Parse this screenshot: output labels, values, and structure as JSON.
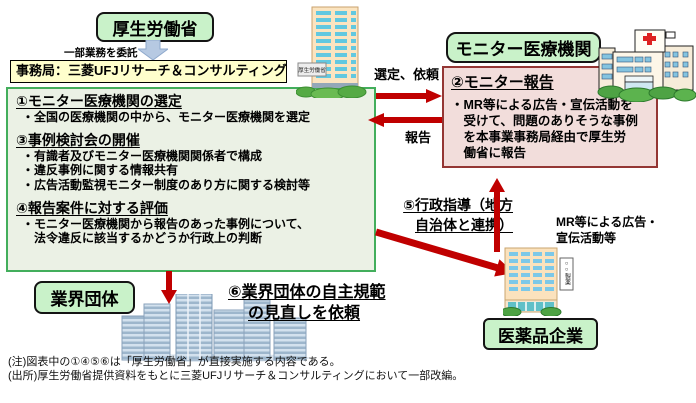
{
  "colors": {
    "label_box_green": "#c9f2c9",
    "panel_green_fill": "#ebf1e5",
    "panel_green_border": "#43ae5c",
    "report_panel_fill": "#f2dddb",
    "report_panel_border": "#943634",
    "secretariat_yellow": "#ffffcc",
    "arrow_red": "#c00000",
    "delegate_arrow_blue": "#b6c9e2"
  },
  "top": {
    "ministry_label": "厚生労働省",
    "delegate_label": "一部業務を委託",
    "secretariat_label": "事務局：三菱UFJリサーチ＆コンサルティング",
    "ministry_building_sign": "厚生労働省"
  },
  "left_panel": {
    "sections": [
      {
        "heading": "①モニター医療機関の選定",
        "bullets": [
          "・全国の医療機関の中から、モニター医療機関を選定"
        ]
      },
      {
        "heading": "③事例検討会の開催",
        "bullets": [
          "・有識者及びモニター医療機関関係者で構成",
          "・違反事例に関する情報共有",
          "・広告活動監視モニター制度のあり方に関する検討等"
        ]
      },
      {
        "heading": "④報告案件に対する評価",
        "bullets": [
          "・モニター医療機関から報告のあった事例について、",
          "　法令違反に該当するかどうか行政上の判断"
        ]
      }
    ]
  },
  "right": {
    "monitor_label": "モニター医療機関",
    "select_arrow_label": "選定、依頼",
    "report_arrow_label": "報告",
    "report_box": {
      "heading": "②モニター報告",
      "lines": [
        "・MR等による広告・宣伝活動を",
        "　受けて、問題のありそうな事例",
        "　を本事業事務局経由で厚生労",
        "　働省に報告"
      ]
    },
    "guidance_line1": "⑤行政指導（地方",
    "guidance_line2": "自治体と連携）",
    "mr_line1": "MR等による広告・",
    "mr_line2": "宣伝活動等",
    "pharma_label": "医薬品企業",
    "pharma_building_sign": "○○製薬"
  },
  "bottom": {
    "industry_label": "業界団体",
    "item6_line1": "⑥業界団体の自主規範",
    "item6_line2": "の見直しを依頼",
    "note1": "(注)図表中の①④⑤⑥は「厚生労働省」が直接実施する内容である。",
    "note2": "(出所)厚生労働省提供資料をもとに三菱UFJリサーチ＆コンサルティングにおいて一部改編。"
  }
}
